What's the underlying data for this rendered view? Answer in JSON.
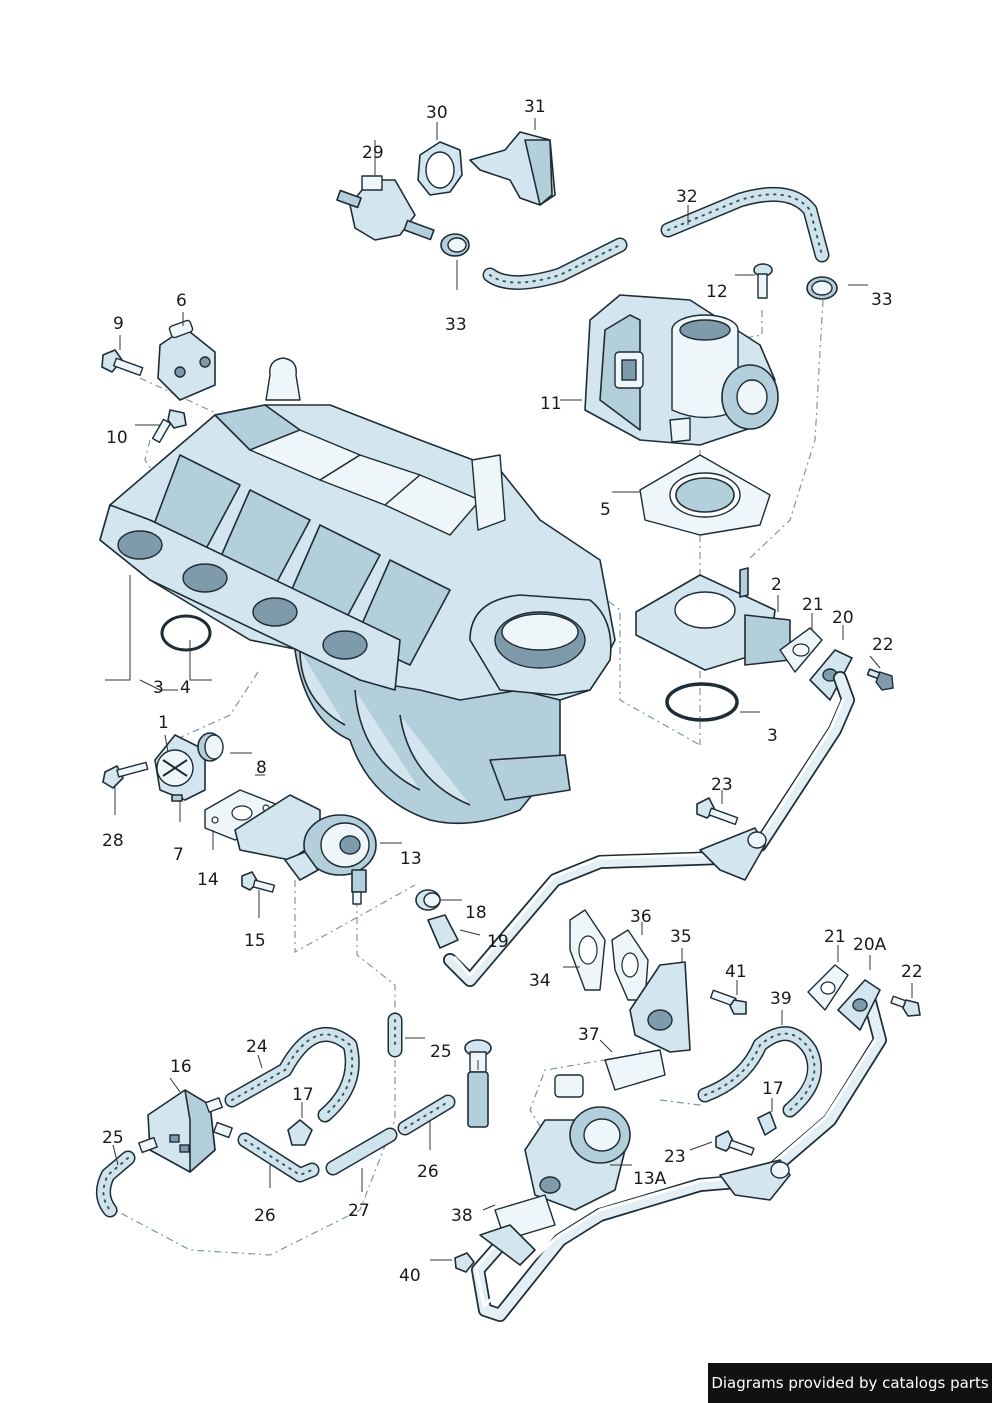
{
  "labels": {
    "l1": "1",
    "l2": "2",
    "l3a": "3",
    "l3b": "3",
    "l4": "4",
    "l5": "5",
    "l6": "6",
    "l7": "7",
    "l8": "8",
    "l9": "9",
    "l10": "10",
    "l11": "11",
    "l12": "12",
    "l13": "13",
    "l13A": "13A",
    "l14": "14",
    "l15": "15",
    "l16": "16",
    "l17a": "17",
    "l17b": "17",
    "l18": "18",
    "l19": "19",
    "l20": "20",
    "l20A": "20A",
    "l21a": "21",
    "l21b": "21",
    "l22a": "22",
    "l22b": "22",
    "l23a": "23",
    "l23b": "23",
    "l24": "24",
    "l25a": "25",
    "l25b": "25",
    "l26a": "26",
    "l26b": "26",
    "l27": "27",
    "l28": "28",
    "l29": "29",
    "l30": "30",
    "l31": "31",
    "l32": "32",
    "l33a": "33",
    "l33b": "33",
    "l34": "34",
    "l35": "35",
    "l36": "36",
    "l37": "37",
    "l38": "38",
    "l39": "39",
    "l40": "40",
    "l41": "41"
  },
  "footer": {
    "credit": "Diagrams provided by catalogs parts"
  },
  "colors": {
    "part_fill": "#d3e6ef",
    "part_shade": "#b4cfdc",
    "outline": "#1e2c35",
    "credit_bg": "#111111"
  }
}
